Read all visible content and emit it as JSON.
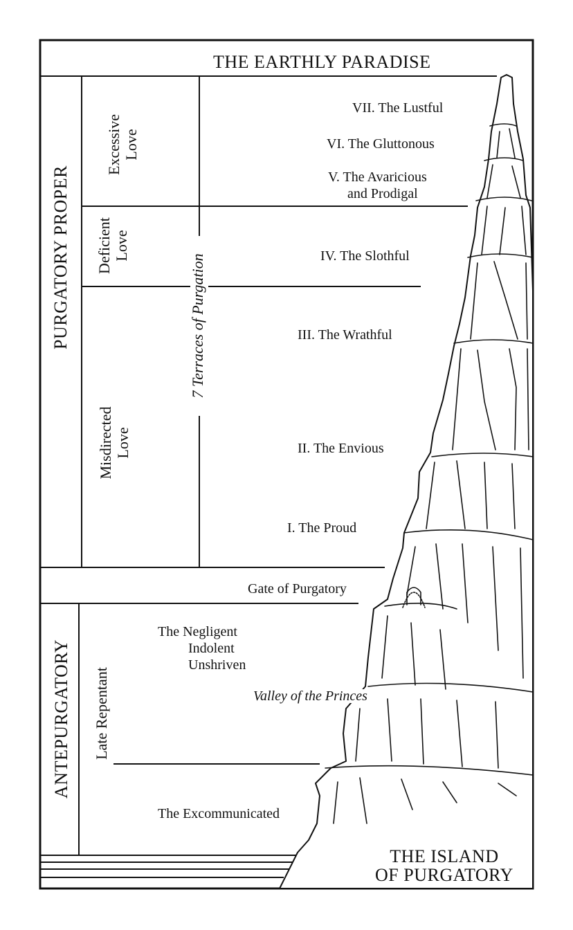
{
  "header": {
    "title": "THE EARTHLY PARADISE"
  },
  "regions": {
    "purgatory_proper": "PURGATORY PROPER",
    "antepurgatory": "ANTEPURGATORY"
  },
  "love_sections": {
    "excessive": [
      "Excessive",
      "Love"
    ],
    "deficient": [
      "Deficient",
      "Love"
    ],
    "misdirected": [
      "Misdirected",
      "Love"
    ],
    "late_repentant": "Late Repentant"
  },
  "terraces_label": "7 Terraces of Purgation",
  "terraces": [
    "VII. The Lustful",
    "VI. The Gluttonous",
    [
      "V. The Avaricious",
      "and Prodigal"
    ],
    "IV. The Slothful",
    "III. The Wrathful",
    "II. The Envious",
    "I. The Proud"
  ],
  "gate": "Gate of Purgatory",
  "antepurgatory_groups": {
    "negligent": [
      "The Negligent",
      "Indolent",
      "Unshriven"
    ],
    "valley": "Valley of the Princes",
    "excommunicated": "The Excommunicated"
  },
  "island": [
    "THE ISLAND",
    "OF PURGATORY"
  ]
}
